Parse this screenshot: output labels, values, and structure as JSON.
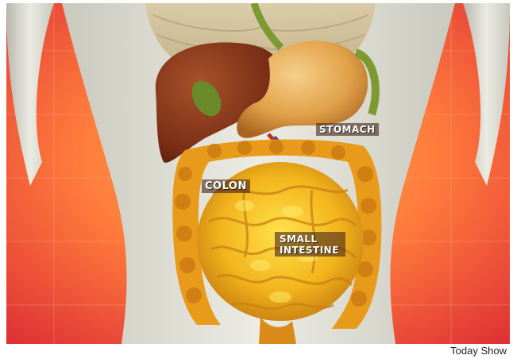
{
  "labels": {
    "stomach": "STOMACH",
    "colon": "COLON",
    "small_intestine_line1": "SMALL",
    "small_intestine_line2": "INTESTINE"
  },
  "credit": "Today Show",
  "colors": {
    "background_red": "#e8373a",
    "background_orange": "#ff8a3d",
    "body_silhouette": "#dcdcd2",
    "liver": "#8a3a1c",
    "stomach": "#e3a64a",
    "intestine": "#f0b31e",
    "colon": "#e89a1a",
    "gallbladder": "#6b8a2a",
    "label_bg": "#5a3420"
  }
}
